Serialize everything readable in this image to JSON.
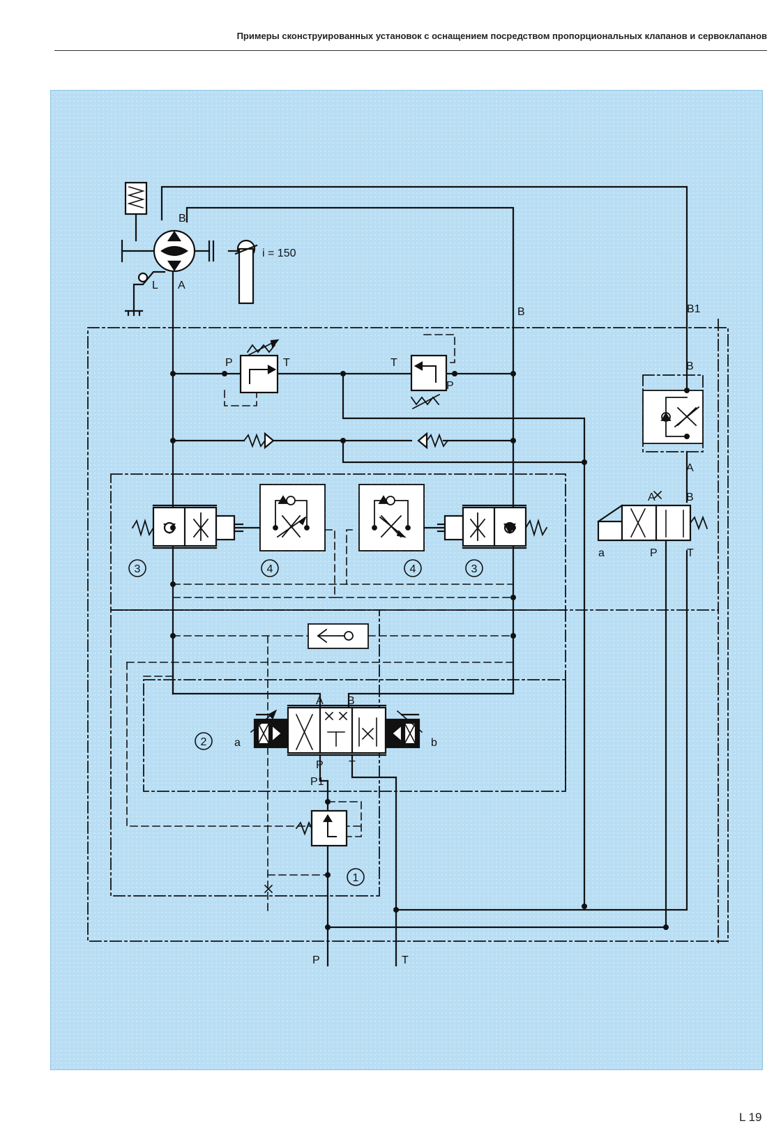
{
  "header": {
    "title": "Примеры сконструированных установок с оснащением посредством пропорциональных клапанов и сервоклапанов"
  },
  "diagram": {
    "ratio_label": "i = 150",
    "port_labels": {
      "motor_b": "B",
      "motor_a": "A",
      "motor_l": "L",
      "line_b": "B",
      "line_b1": "B1",
      "relief_left_p": "P",
      "relief_left_t": "T",
      "relief_right_t": "T",
      "relief_right_p": "P",
      "brake_b": "B",
      "brake_a": "A",
      "dir_a": "A",
      "dir_b": "B",
      "dir_sol_a": "a",
      "dir_p": "P",
      "dir_t": "T",
      "main_a": "A",
      "main_b": "B",
      "main_sol_a": "a",
      "main_sol_b": "b",
      "main_p": "P",
      "main_t": "T",
      "p1": "P1",
      "supply_p": "P",
      "supply_t": "T"
    },
    "component_numbers": {
      "c1": "1",
      "c2": "2",
      "c3_left": "3",
      "c4_left": "4",
      "c4_right": "4",
      "c3_right": "3"
    }
  },
  "footer": {
    "page_number": "L 19"
  }
}
